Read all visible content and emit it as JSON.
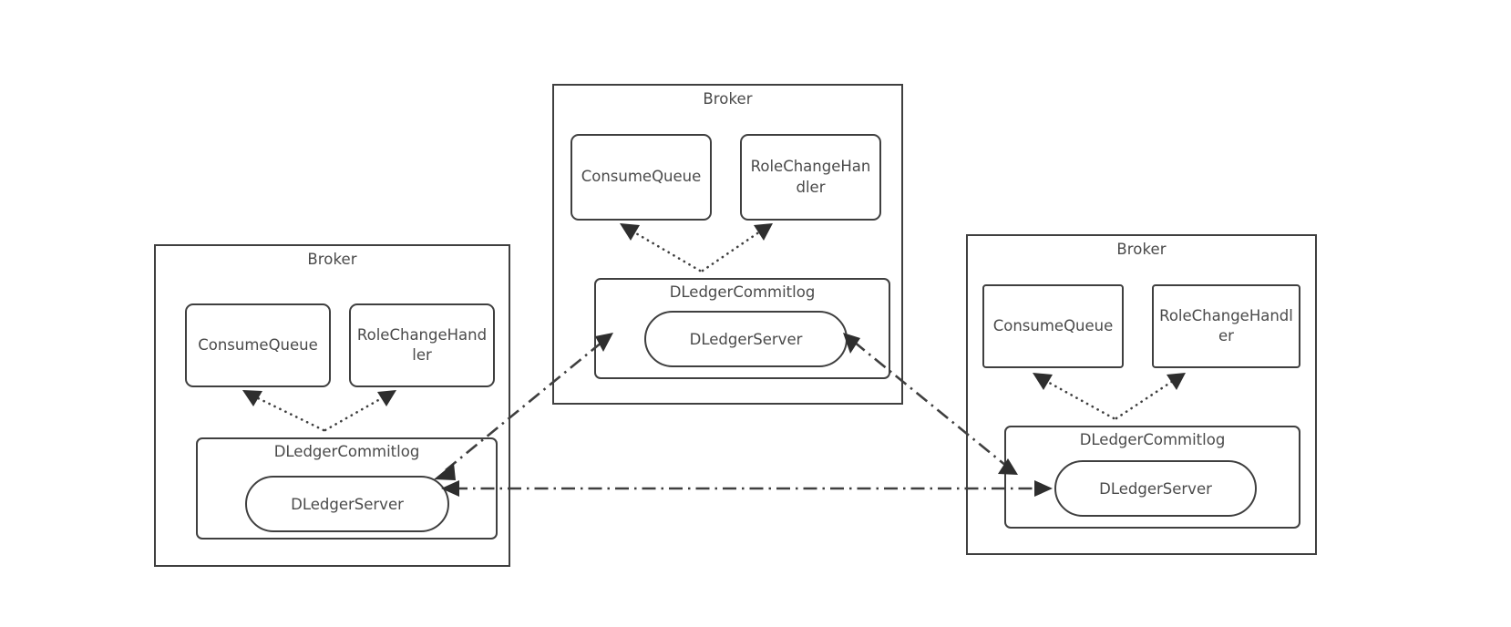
{
  "diagram": {
    "title": "RocketMQ DLedger multi-broker replication topology",
    "type": "architecture-diagram",
    "background_color": "#ffffff",
    "stroke_color": "#3f3f3f",
    "text_color": "#4a4a4a",
    "arrow_color": "#2e2e2e"
  },
  "labels": {
    "broker": "Broker",
    "consume_queue": "ConsumeQueue",
    "role_change_handler": "RoleChangeHandler",
    "dledger_commitlog": "DLedgerCommitlog",
    "dledger_server": "DLedgerServer"
  },
  "brokers": [
    {
      "id": "broker-left",
      "position": "left",
      "title": "Broker",
      "components": [
        {
          "id": "consume-queue-left",
          "label": "ConsumeQueue"
        },
        {
          "id": "role-change-handler-left",
          "label": "RoleChangeHandler"
        }
      ],
      "commitlog": {
        "id": "dledger-commitlog-left",
        "title": "DLedgerCommitlog",
        "server": {
          "id": "dledger-server-left",
          "label": "DLedgerServer"
        }
      }
    },
    {
      "id": "broker-center",
      "position": "center",
      "title": "Broker",
      "components": [
        {
          "id": "consume-queue-center",
          "label": "ConsumeQueue"
        },
        {
          "id": "role-change-handler-center",
          "label": "RoleChangeHandler"
        }
      ],
      "commitlog": {
        "id": "dledger-commitlog-center",
        "title": "DLedgerCommitlog",
        "server": {
          "id": "dledger-server-center",
          "label": "DLedgerServer"
        }
      }
    },
    {
      "id": "broker-right",
      "position": "right",
      "title": "Broker",
      "components": [
        {
          "id": "consume-queue-right",
          "label": "ConsumeQueue"
        },
        {
          "id": "role-change-handler-right",
          "label": "RoleChangeHandler"
        }
      ],
      "commitlog": {
        "id": "dledger-commitlog-right",
        "title": "DLedgerCommitlog",
        "server": {
          "id": "dledger-server-right",
          "label": "DLedgerServer"
        }
      }
    }
  ],
  "connections": {
    "internal_style": "dotted",
    "internal_direction": "commitlog-to-components",
    "replication_style": "dash-dot",
    "replication_direction": "bidirectional",
    "internal": [
      {
        "from": "dledger-commitlog-left",
        "to": "consume-queue-left"
      },
      {
        "from": "dledger-commitlog-left",
        "to": "role-change-handler-left"
      },
      {
        "from": "dledger-commitlog-center",
        "to": "consume-queue-center"
      },
      {
        "from": "dledger-commitlog-center",
        "to": "role-change-handler-center"
      },
      {
        "from": "dledger-commitlog-right",
        "to": "consume-queue-right"
      },
      {
        "from": "dledger-commitlog-right",
        "to": "role-change-handler-right"
      }
    ],
    "replication": [
      {
        "from": "dledger-server-left",
        "to": "dledger-server-center"
      },
      {
        "from": "dledger-server-center",
        "to": "dledger-server-right"
      },
      {
        "from": "dledger-server-left",
        "to": "dledger-server-right"
      }
    ]
  }
}
